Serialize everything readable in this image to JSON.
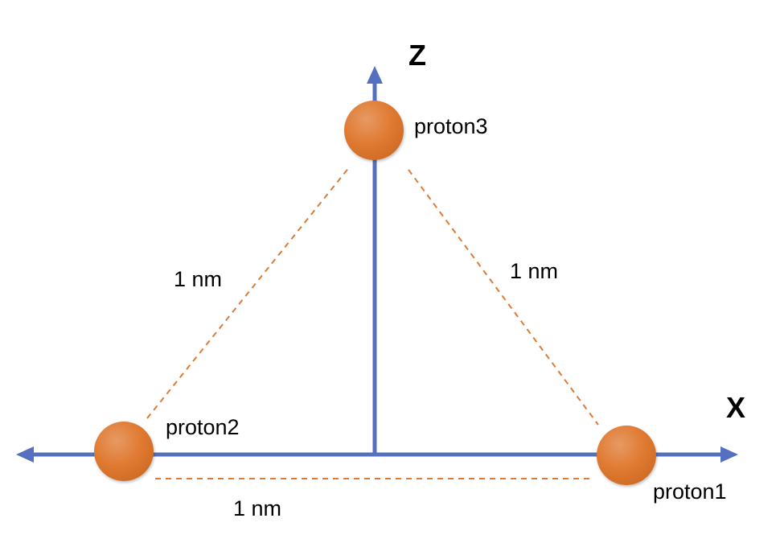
{
  "axes": {
    "x_label": "X",
    "z_label": "Z"
  },
  "protons": {
    "p1": "proton1",
    "p2": "proton2",
    "p3": "proton3"
  },
  "distances": {
    "left_side": "1 nm",
    "right_side": "1 nm",
    "base": "1 nm"
  },
  "colors": {
    "axis": "#5570c0",
    "proton_fill": "#e07a32",
    "proton_highlight": "#f2a36a",
    "proton_outline": "#c96a25",
    "dashed_line": "#e07a32"
  }
}
